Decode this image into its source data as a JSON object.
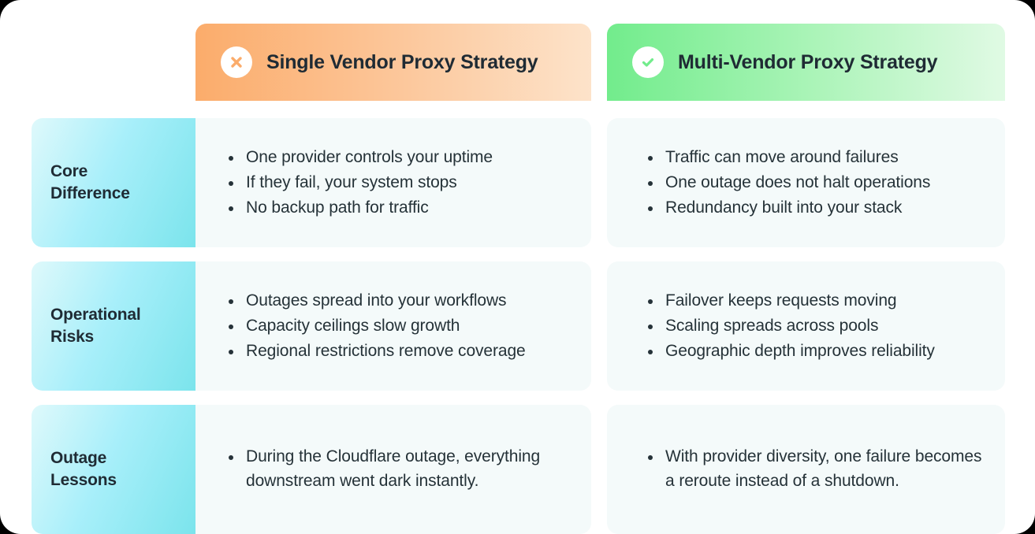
{
  "card": {
    "background": "#ffffff",
    "backdrop": "#000000"
  },
  "columns": {
    "label_column_header": "",
    "single": {
      "title": "Single Vendor Proxy Strategy",
      "icon": "close-circle-icon",
      "accent_start": "#fbac6b",
      "accent_end": "#fde3ca"
    },
    "multi": {
      "title": "Multi-Vendor Proxy Strategy",
      "icon": "check-circle-icon",
      "accent_start": "#72ec8c",
      "accent_end": "#e0fae4"
    }
  },
  "rows": [
    {
      "label": "Core Difference",
      "label_line1": "Core",
      "label_line2": "Difference",
      "single": [
        "One provider controls your uptime",
        "If they fail, your system stops",
        "No backup path for traffic"
      ],
      "multi": [
        "Traffic can move around failures",
        "One outage does not halt operations",
        "Redundancy built into your stack"
      ]
    },
    {
      "label": "Operational Risks",
      "label_line1": "Operational",
      "label_line2": "Risks",
      "single": [
        "Outages spread into your workflows",
        "Capacity ceilings slow growth",
        "Regional restrictions remove coverage"
      ],
      "multi": [
        "Failover keeps requests moving",
        "Scaling spreads across pools",
        "Geographic depth improves reliability"
      ]
    },
    {
      "label": "Outage Lessons",
      "label_line1": "Outage",
      "label_line2": "Lessons",
      "single": [
        "During the Cloudflare outage, everything downstream went dark instantly."
      ],
      "multi": [
        "With provider diversity, one failure becomes a reroute instead of a shutdown."
      ]
    }
  ],
  "theme": {
    "label_gradient_start": "#dff9fb",
    "label_gradient_end": "#7be4ec",
    "content_background": "#f4fafa",
    "text_color": "#253238",
    "heading_color": "#1f2b34"
  }
}
